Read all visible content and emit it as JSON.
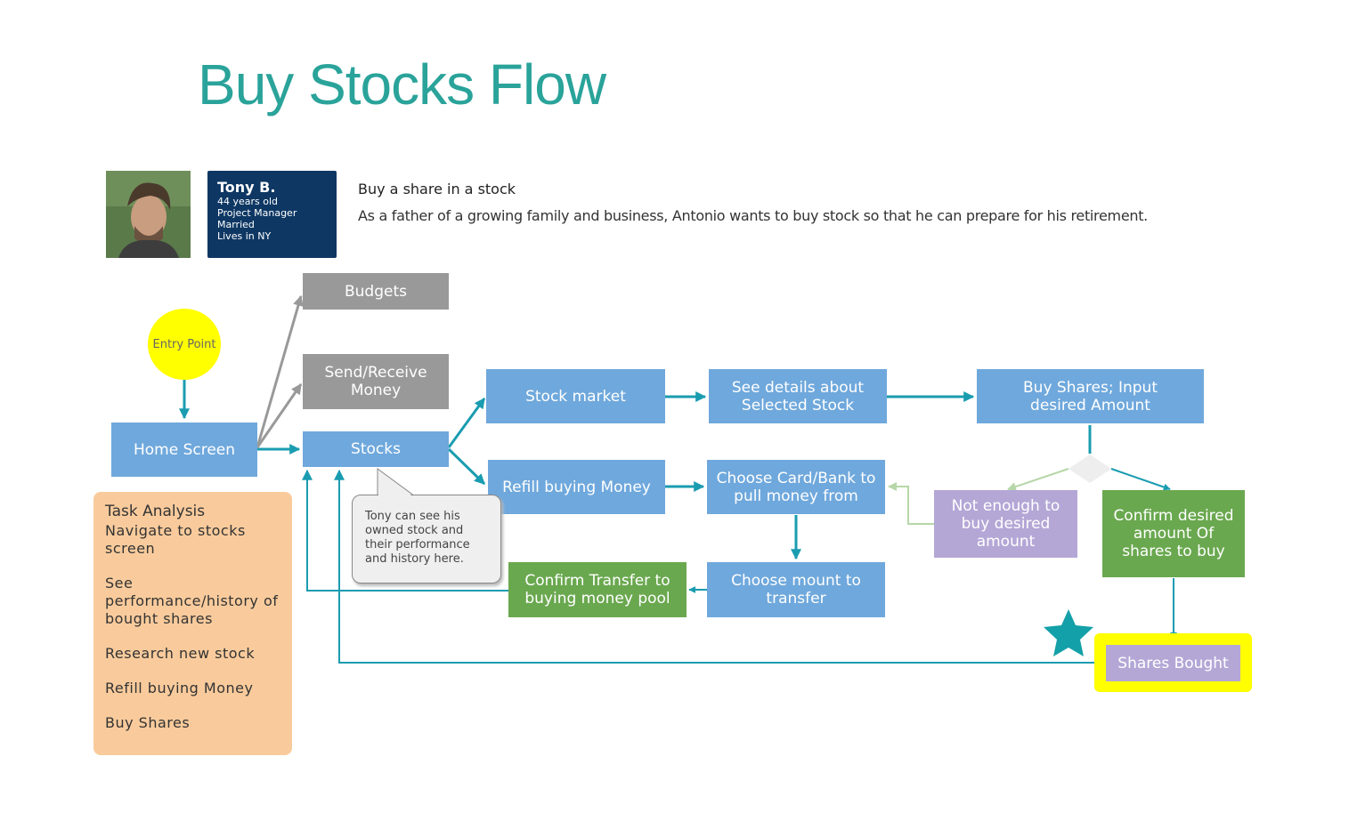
{
  "title": "Buy Stocks Flow",
  "persona": {
    "name": "Tony B.",
    "age": "44 years old",
    "job": "Project Manager",
    "status": "Married",
    "location": "Lives in NY"
  },
  "story": {
    "title": "Buy a share in a stock",
    "text": "As a father of a growing family and business, Antonio wants to buy stock so that he can prepare for his retirement."
  },
  "nodes": {
    "entry": "Entry Point",
    "home": "Home Screen",
    "budgets": "Budgets",
    "send_receive": "Send/Receive Money",
    "stocks": "Stocks",
    "stock_market": "Stock market",
    "see_details": "See details about Selected Stock",
    "buy_shares": "Buy Shares; Input desired Amount",
    "refill": "Refill buying Money",
    "choose_card": "Choose Card/Bank to pull money from",
    "not_enough": "Not enough to buy desired amount",
    "confirm_amount": "Confirm desired amount Of shares to buy",
    "choose_mount": "Choose mount to transfer",
    "confirm_transfer": "Confirm Transfer to buying money pool",
    "shares_bought": "Shares Bought"
  },
  "note": "Tony can see his owned stock and their performance and history here.",
  "task_analysis": {
    "heading": "Task Analysis",
    "items": [
      "Navigate to stocks screen",
      "See performance/history of bought shares",
      "Research new stock",
      "Refill buying Money",
      "Buy Shares"
    ]
  },
  "colors": {
    "title": "#2aa39a",
    "persona_bg": "#0e3763",
    "blue_node": "#6fa8dc",
    "gray_node": "#999999",
    "green_node": "#6aa84f",
    "purple_node": "#b4a7d6",
    "entry": "#ffff00",
    "task_bg": "#f9cb9c",
    "arrow": "#1a9cb0",
    "star": "#14a0a8"
  }
}
